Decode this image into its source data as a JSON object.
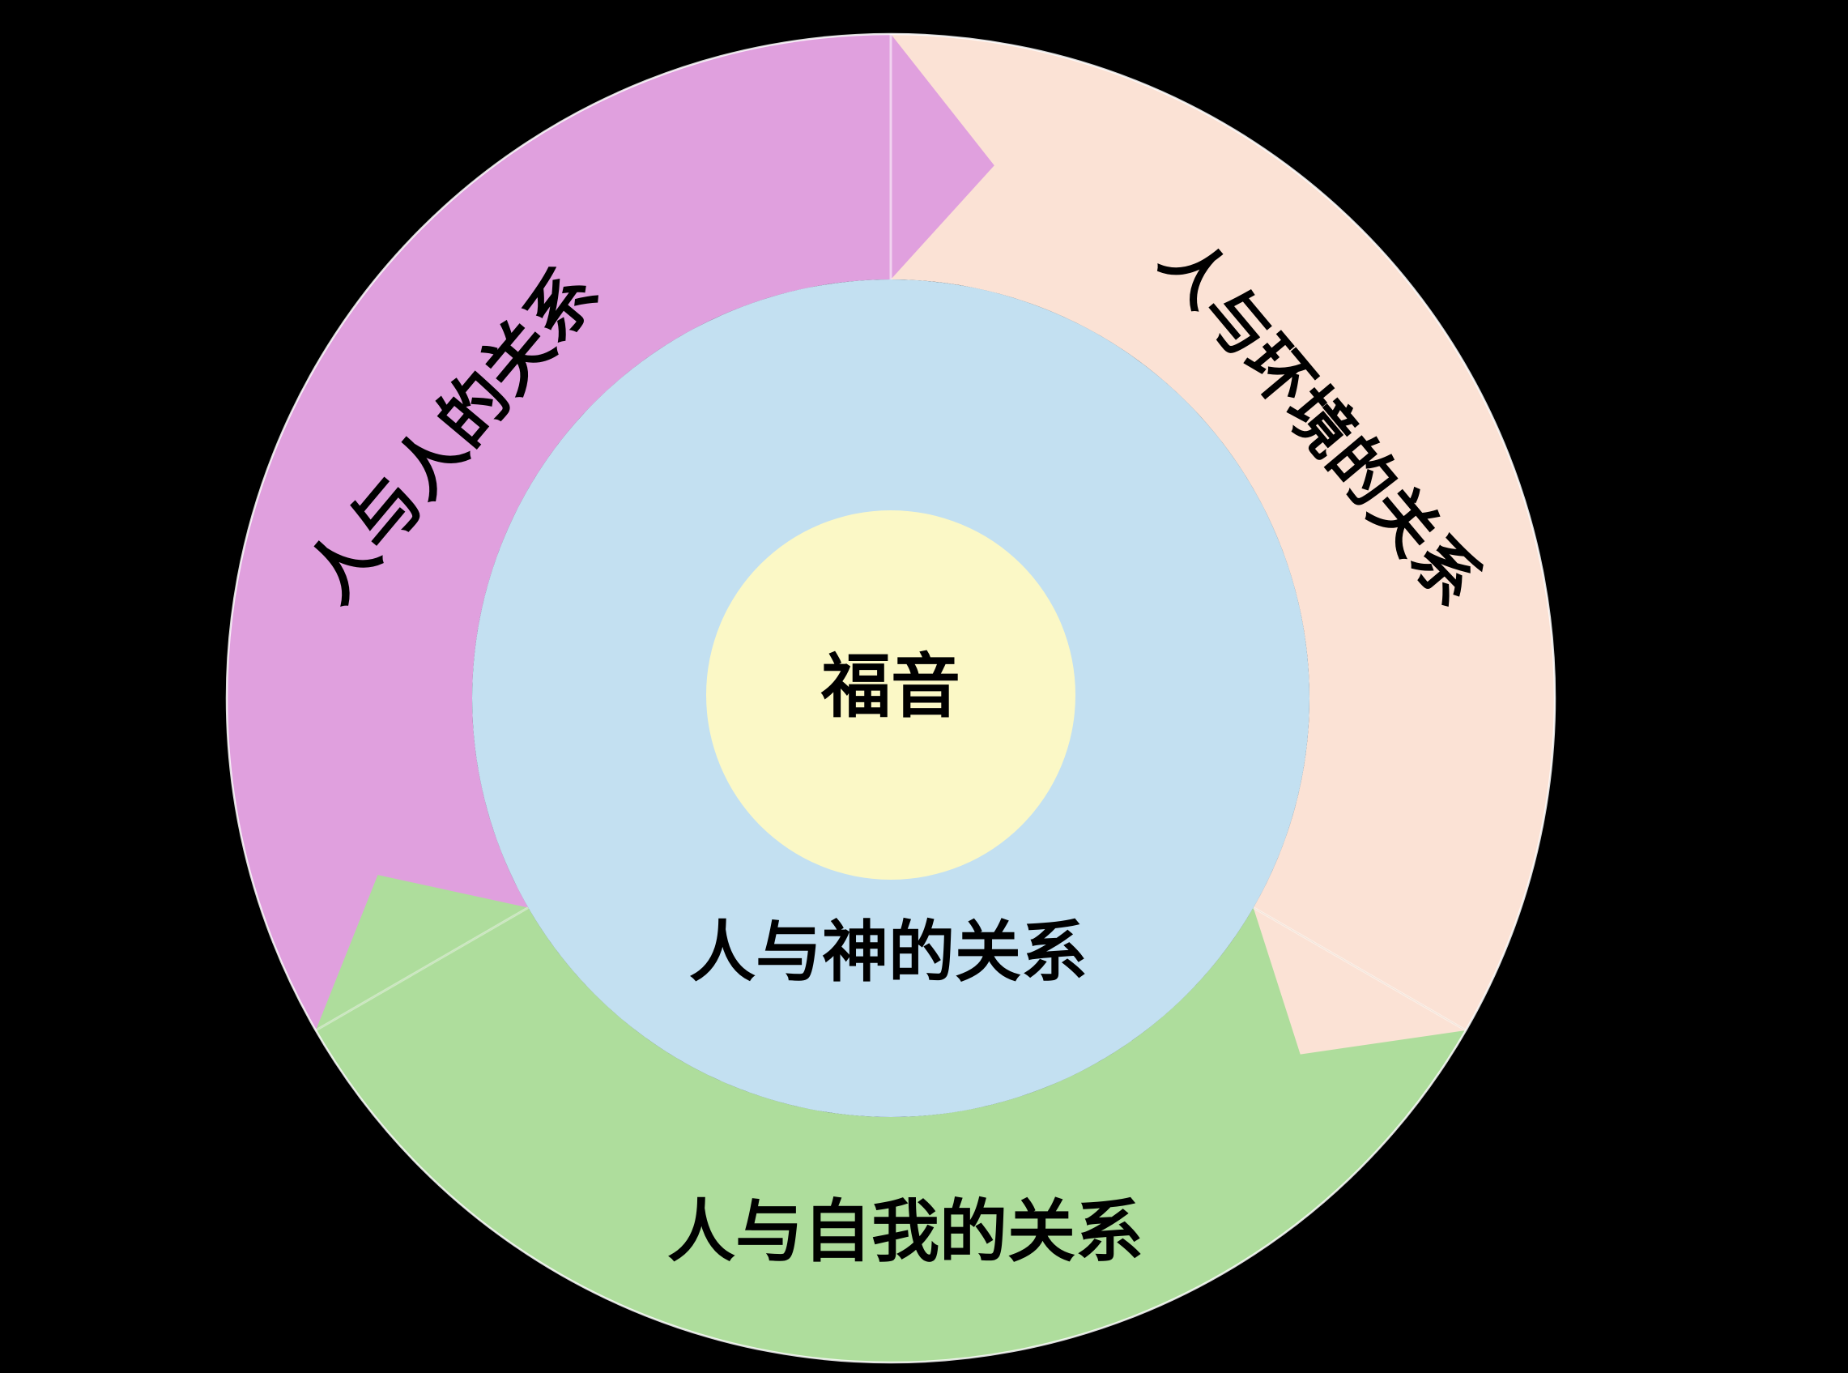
{
  "diagram": {
    "background_color": "#000000",
    "outer_halo_color": "#FFFFFF",
    "divider_color": "#FFFFFF",
    "text_color": "#000000",
    "center_circle": {
      "label": "福音",
      "color": "#FBF8C6"
    },
    "inner_ring": {
      "label": "人与神的关系",
      "color": "#C3E0F1"
    },
    "segments": [
      {
        "id": "people",
        "label": "人与人的关系",
        "color": "#E0A0DE"
      },
      {
        "id": "environment",
        "label": "人与环境的关系",
        "color": "#FBE2D5"
      },
      {
        "id": "self",
        "label": "人与自我的关系",
        "color": "#AEDD9C"
      }
    ]
  }
}
